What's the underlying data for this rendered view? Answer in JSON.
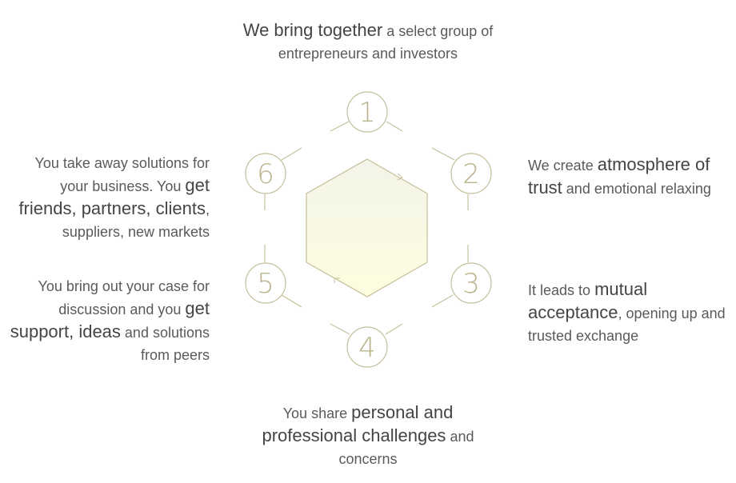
{
  "accent": "#c5bf9c",
  "steps": [
    {
      "num": "1",
      "bold1": "We bring together",
      "text1": " a select group of entrepreneurs and investors"
    },
    {
      "num": "2",
      "text0": "We create ",
      "bold1": "atmosphere of trust",
      "text1": " and emotional relaxing"
    },
    {
      "num": "3",
      "text0": "It leads to ",
      "bold1": "mutual acceptance",
      "text1": ", opening up and trusted exchange"
    },
    {
      "num": "4",
      "text0": "You share ",
      "bold1": "personal and professional challenges",
      "text1": " and concerns"
    },
    {
      "num": "5",
      "text0": "You bring out your case for discussion and you ",
      "bold1": "get support, ideas",
      "text1": " and solutions from peers"
    },
    {
      "num": "6",
      "text0": "You take away solutions for your business. You ",
      "bold1": "get friends, partners, clients",
      "text1": ", suppliers, new markets"
    }
  ]
}
